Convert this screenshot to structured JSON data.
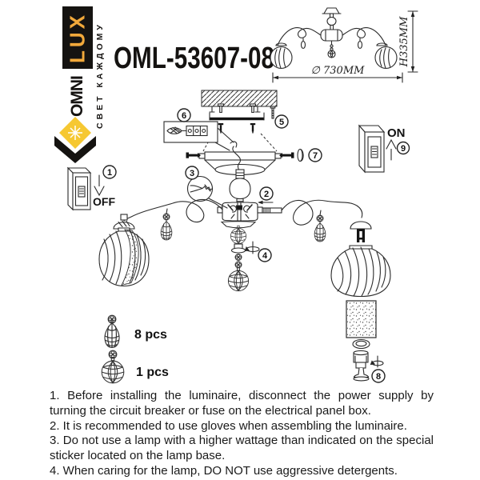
{
  "brand": {
    "logo_primary": "LUX",
    "logo_secondary": "OMNI",
    "tagline": "СВЕТ КАЖДОМУ",
    "colors": {
      "accent_yellow": "#F2A93B",
      "diamond_yellow": "#F6C832",
      "logo_black": "#151311"
    }
  },
  "product": {
    "model": "OML-53607-08"
  },
  "overview": {
    "diameter_label": "∅ 730MM",
    "height_label": "H335MM"
  },
  "switches": {
    "off_label": "OFF",
    "on_label": "ON"
  },
  "callouts": {
    "c1": "1",
    "c2": "2",
    "c3": "3",
    "c4": "4",
    "c5": "5",
    "c6": "6",
    "c7": "7",
    "c8": "8",
    "c9": "9"
  },
  "parts_legend": [
    {
      "item": "crystal-drop-pendant",
      "qty": "8 pcs"
    },
    {
      "item": "crystal-ball-pendant",
      "qty": "1 pcs"
    }
  ],
  "instructions": [
    "1. Before installing the luminaire, disconnect the power supply by turning the circuit breaker or fuse on the electrical panel box.",
    "2. It is recommended to use gloves when assembling the luminaire.",
    "3. Do not use a lamp with a higher wattage than indicated on the special sticker located on the lamp base.",
    "4. When caring for the lamp, DO NOT use aggressive detergents."
  ]
}
